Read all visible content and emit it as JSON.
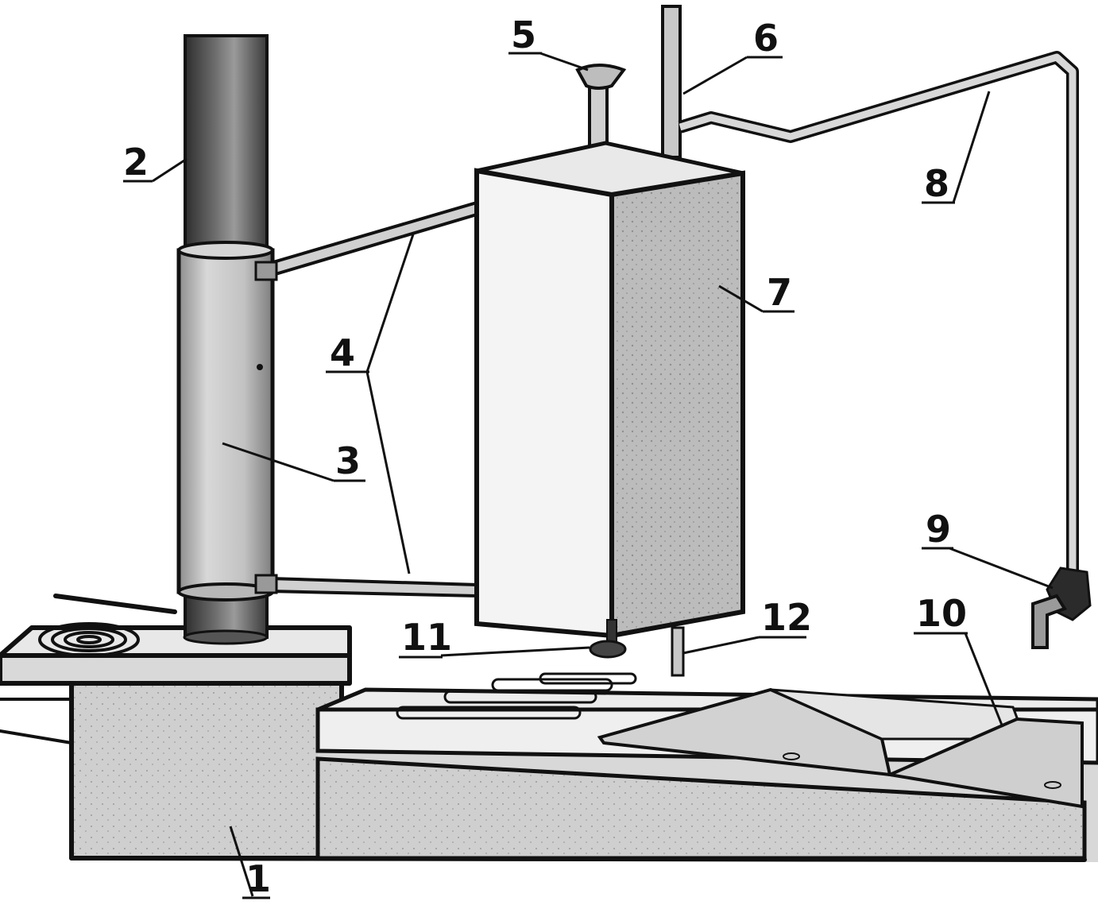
{
  "figure": {
    "labels": [
      {
        "id": "1",
        "text": "1"
      },
      {
        "id": "2",
        "text": "2"
      },
      {
        "id": "3",
        "text": "3"
      },
      {
        "id": "4",
        "text": "4"
      },
      {
        "id": "5",
        "text": "5"
      },
      {
        "id": "6",
        "text": "6"
      },
      {
        "id": "7",
        "text": "7"
      },
      {
        "id": "8",
        "text": "8"
      },
      {
        "id": "9",
        "text": "9"
      },
      {
        "id": "10",
        "text": "10"
      },
      {
        "id": "11",
        "text": "11"
      },
      {
        "id": "12",
        "text": "12"
      }
    ],
    "colors": {
      "ink": "#111111",
      "pipe_dark": "#4a4a4a",
      "metal_light": "#c9c9c9",
      "tank_front": "#f4f4f4",
      "tank_side": "#bdbdbd",
      "stove_body": "#cfcfcf",
      "counter_top": "#e6e6e6",
      "counter_front": "#d4d4d4"
    }
  }
}
